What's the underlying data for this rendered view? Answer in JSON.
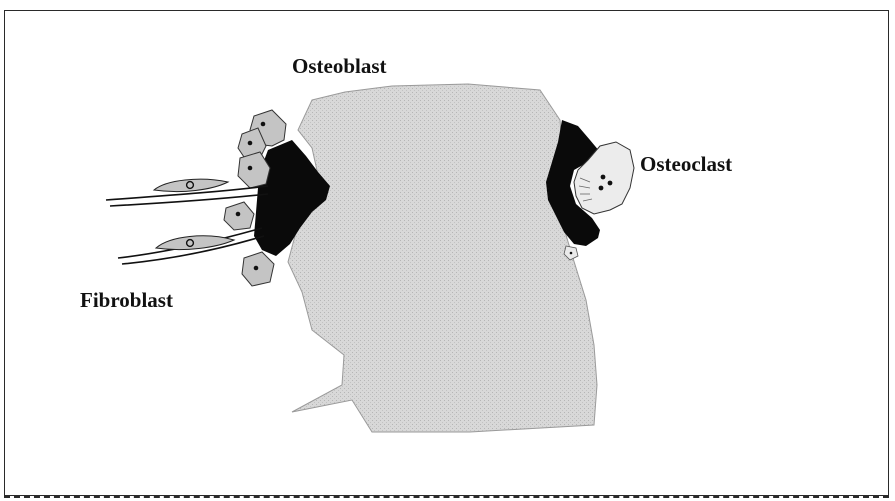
{
  "labels": {
    "osteoblast": "Osteoblast",
    "osteoclast": "Osteoclast",
    "fibroblast": "Fibroblast"
  },
  "colors": {
    "bone": "#d7d7d7",
    "osteoid": "#0a0a0a",
    "cell_fill": "#c4c4c4",
    "osteoclast_fill": "#ececec",
    "outline": "#333333"
  }
}
